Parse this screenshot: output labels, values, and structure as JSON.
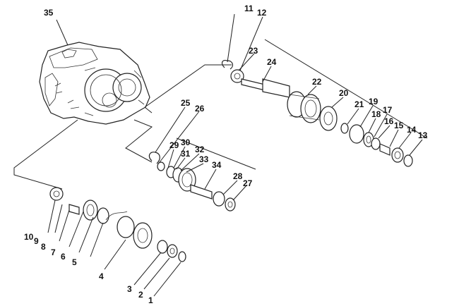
{
  "diagram": {
    "callouts": [
      {
        "id": "35",
        "text": "35"
      },
      {
        "id": "11",
        "text": "11"
      },
      {
        "id": "12",
        "text": "12"
      },
      {
        "id": "23",
        "text": "23"
      },
      {
        "id": "24",
        "text": "24"
      },
      {
        "id": "22",
        "text": "22"
      },
      {
        "id": "20",
        "text": "20"
      },
      {
        "id": "21",
        "text": "21"
      },
      {
        "id": "19",
        "text": "19"
      },
      {
        "id": "18",
        "text": "18"
      },
      {
        "id": "17",
        "text": "17"
      },
      {
        "id": "16",
        "text": "16"
      },
      {
        "id": "15",
        "text": "15"
      },
      {
        "id": "14",
        "text": "14"
      },
      {
        "id": "13",
        "text": "13"
      },
      {
        "id": "25",
        "text": "25"
      },
      {
        "id": "26",
        "text": "26"
      },
      {
        "id": "29",
        "text": "29"
      },
      {
        "id": "30",
        "text": "30"
      },
      {
        "id": "31",
        "text": "31"
      },
      {
        "id": "32",
        "text": "32"
      },
      {
        "id": "33",
        "text": "33"
      },
      {
        "id": "34",
        "text": "34"
      },
      {
        "id": "28",
        "text": "28"
      },
      {
        "id": "27",
        "text": "27"
      },
      {
        "id": "10",
        "text": "10"
      },
      {
        "id": "9",
        "text": "9"
      },
      {
        "id": "8",
        "text": "8"
      },
      {
        "id": "7",
        "text": "7"
      },
      {
        "id": "6",
        "text": "6"
      },
      {
        "id": "5",
        "text": "5"
      },
      {
        "id": "4",
        "text": "4"
      },
      {
        "id": "3",
        "text": "3"
      },
      {
        "id": "2",
        "text": "2"
      },
      {
        "id": "1",
        "text": "1"
      }
    ]
  }
}
